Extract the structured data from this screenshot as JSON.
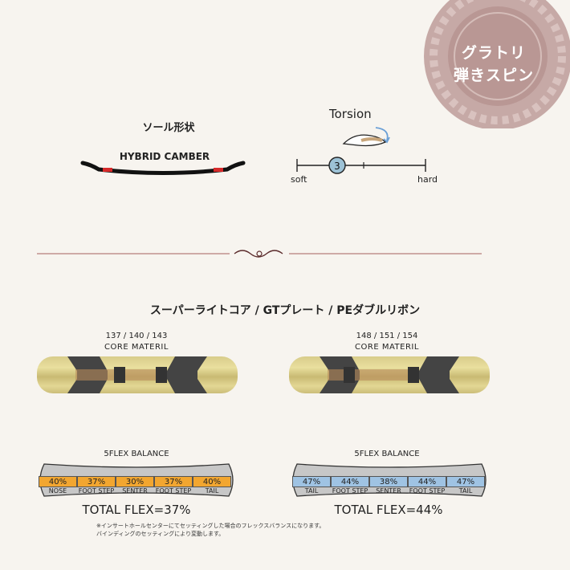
{
  "badge": {
    "line1": "グラトリ",
    "line2": "弾きスピン"
  },
  "sole": {
    "title": "ソール形状",
    "camber": "HYBRID CAMBER"
  },
  "torsion": {
    "title": "Torsion",
    "value": "3",
    "value_fraction": 0.25,
    "soft": "soft",
    "hard": "hard"
  },
  "core": {
    "title": "スーパーライトコア / GTプレート / PEダブルリボン"
  },
  "boards": [
    {
      "sizes": "137 / 140 / 143",
      "core_label": "CORE MATERIL",
      "flex_label": "5FLEX BALANCE",
      "fill_color": "#f2a630",
      "values": [
        "40%",
        "37%",
        "30%",
        "37%",
        "40%"
      ],
      "names": [
        "NOSE",
        "FOOT STEP",
        "SENTER",
        "FOOT STEP",
        "TAIL"
      ],
      "total": "TOTAL FLEX=37%"
    },
    {
      "sizes": "148 / 151 / 154",
      "core_label": "CORE MATERIL",
      "flex_label": "5FLEX BALANCE",
      "fill_color": "#9fc3e3",
      "values": [
        "47%",
        "44%",
        "38%",
        "44%",
        "47%"
      ],
      "names": [
        "TAIL",
        "FOOT STEP",
        "SENTER",
        "FOOT STEP",
        "TAIL"
      ],
      "total": "TOTAL FLEX=44%"
    }
  ],
  "note": {
    "line1": "※インサートホールセンターにてセッティングした場合のフレックスバランスになります。",
    "line2": "バインディングのセッティングにより変動します。"
  }
}
